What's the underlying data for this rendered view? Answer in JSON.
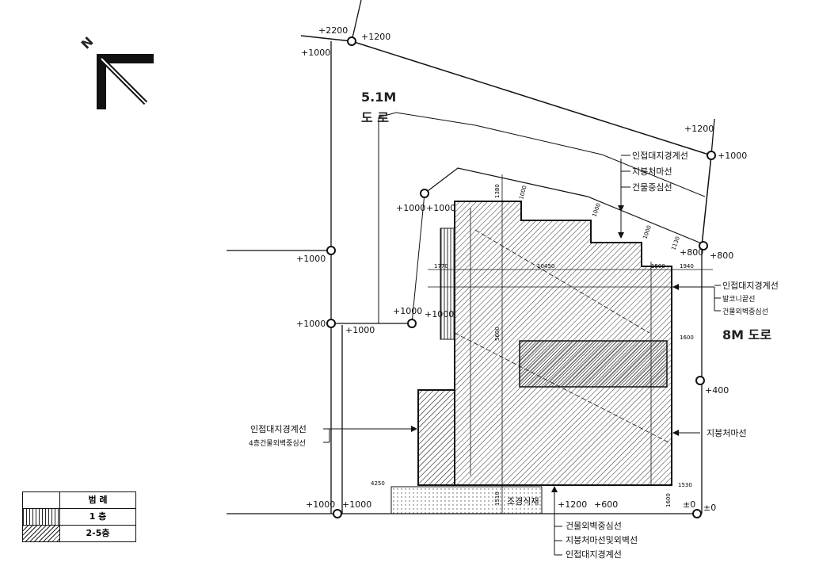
{
  "road_top": {
    "width": "5.1M",
    "name": "도 로"
  },
  "road_right": {
    "label": "8M 도로"
  },
  "elevations": {
    "e1": "+2200",
    "e2": "+1200",
    "e3": "+1000",
    "e4": "+1200",
    "e5": "+1000",
    "e6": "+1000",
    "e7": "+1000",
    "e8": "+800",
    "e9": "+800",
    "e10": "+1000",
    "e11": "+1000",
    "e12": "+1000",
    "e13": "+1000",
    "e14": "+1000",
    "e15": "+400",
    "e16": "+1000",
    "e17": "+1000",
    "e18": "+1200",
    "e19": "+600",
    "e20": "±0",
    "e21": "±0"
  },
  "dims": {
    "d1": "1380",
    "d2": "1000",
    "d3": "1000",
    "d4": "1000",
    "d5": "1130",
    "d6": "1770",
    "d7": "10450",
    "d8": "1500",
    "d9": "1940",
    "d10": "1600",
    "d11": "4250",
    "d12": "1510",
    "d13": "1530",
    "d14": "1600",
    "d15": "5600"
  },
  "callouts": {
    "top_1": "인접대지경계선",
    "top_2": "지붕처마선",
    "top_3": "건물중심선",
    "right_1": "인접대지경계선",
    "right_2": "발코니끝선",
    "right_3": "건물외벽중심선",
    "right_eave": "지붕처마선",
    "left_1": "인접대지경계선",
    "left_2": "4층건물외벽중심선",
    "bottom_1": "건물외벽중심선",
    "bottom_2": "지붕처마선및외벽선",
    "bottom_3": "인접대지경계선",
    "landscape": "조경식재"
  },
  "legend": {
    "header": "범 례",
    "rows": [
      {
        "pattern": "vertical-hatch",
        "label": "1 층"
      },
      {
        "pattern": "diagonal-hatch",
        "label": "2-5층"
      }
    ]
  },
  "north_arrow": {
    "letter": "N"
  }
}
